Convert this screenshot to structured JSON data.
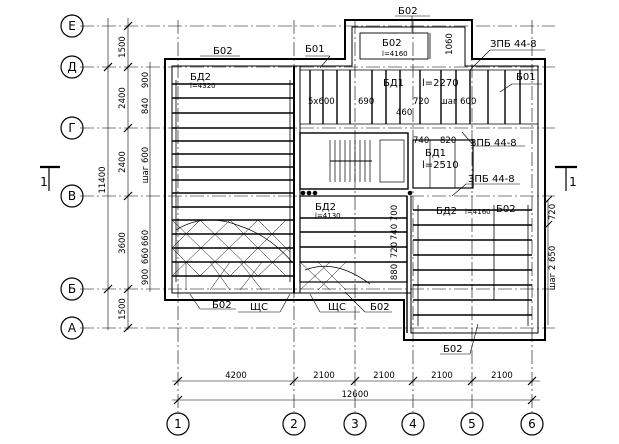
{
  "axes_letters": [
    "Е",
    "Д",
    "Г",
    "В",
    "Б",
    "А"
  ],
  "axes_numbers": [
    "1",
    "2",
    "3",
    "4",
    "5",
    "6"
  ],
  "left_dims": {
    "segments": [
      "1500",
      "2400",
      "2400",
      "3600",
      "1500"
    ],
    "total": "11400"
  },
  "inner_left_dims": [
    "900",
    "840",
    "шаг 600",
    "900",
    "660",
    "660"
  ],
  "bottom_dims": {
    "segments": [
      "4200",
      "2100",
      "2100",
      "2100",
      "2100"
    ],
    "total": "12600"
  },
  "section_marks": [
    "1",
    "1"
  ],
  "labels": {
    "b02_top": "Б02",
    "b02_topleft": "Б02",
    "b02_pocket": "Б02",
    "l4160_pocket": "l=4160",
    "l1060": "1060",
    "zpb_1": "ЗПБ 44-8",
    "b01_left": "Б01",
    "b01_right": "Б01",
    "bd2_left": "БД2",
    "l4320": "l=4320",
    "d5x600": "5х600",
    "bd1": "БД1",
    "l2270": "l=2270",
    "d690": "690",
    "d720": "720",
    "d_shag600": "шаг 600",
    "d460": "460",
    "d740": "740",
    "d820": "820",
    "zpb_2": "ЗПБ 44-8",
    "bd1_b": "БД1",
    "l2510": "l=2510",
    "zpb_3": "ЗПБ 44-8",
    "bd2_mid": "БД2",
    "l4130": "l=4130",
    "d700": "700",
    "d740b": "740",
    "d720b": "720",
    "d880": "880",
    "bd2_right": "БД2",
    "l4160": "l=4160",
    "b02_right": "Б02",
    "d720r": "720",
    "shag_right": "шаг 2 650",
    "b02_bl": "Б02",
    "shs_1": "ЩС",
    "shs_2": "ЩС",
    "b02_bm": "Б02",
    "b02_bottom": "Б02"
  }
}
